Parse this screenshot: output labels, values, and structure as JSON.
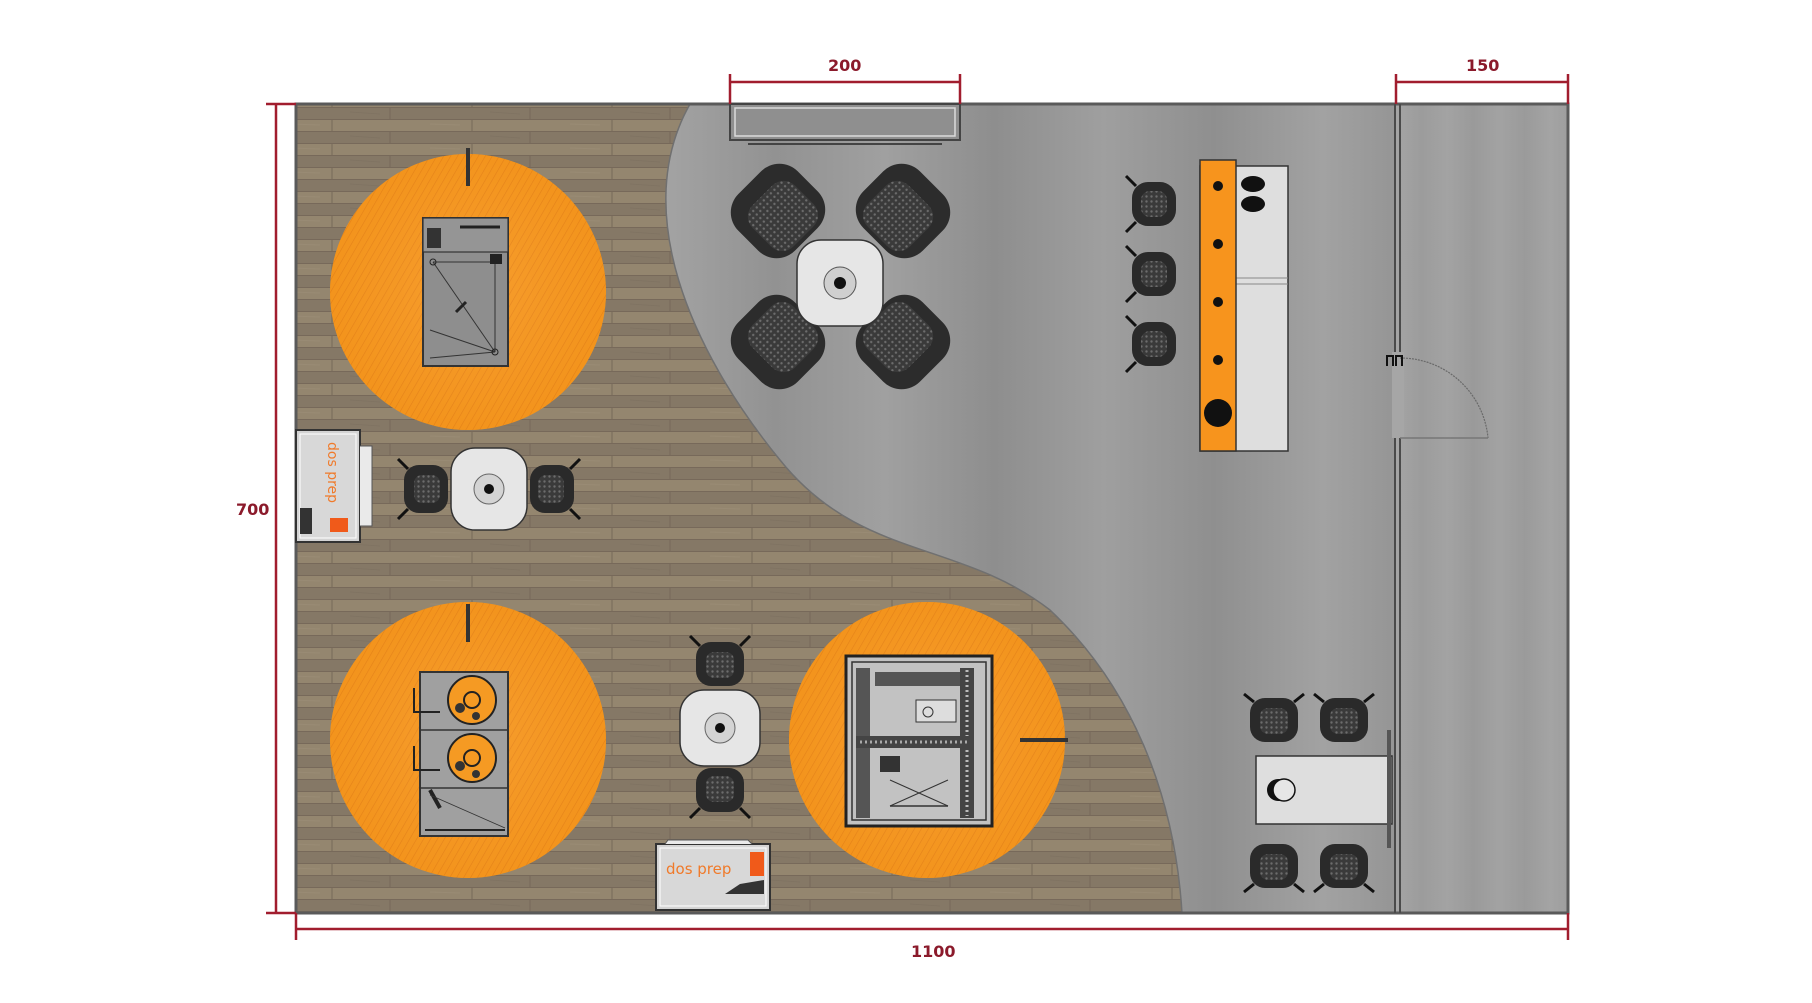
{
  "title": "Exhibition booth floor plan (top view)",
  "dimensions": {
    "top_window": "200",
    "top_side_room": "150",
    "left_height": "700",
    "bottom_width": "1100",
    "unit_color": "#8b1a2b"
  },
  "colors": {
    "wood_floor": "#8a7c6a",
    "carpet_gray": "#9a9a9a",
    "side_room_gray": "#a4a4a4",
    "accent_orange": "#f7941d",
    "rug_orange": "#f59a23",
    "wall": "#5a5a5a",
    "furniture_dark": "#2b2b2b",
    "table_white": "#e6e6e6"
  },
  "zones": [
    {
      "name": "wood-demo-area",
      "floor": "wood"
    },
    {
      "name": "lounge-area",
      "floor": "gray-carpet"
    },
    {
      "name": "side-room",
      "floor": "gray-carpet",
      "width": "150"
    }
  ],
  "furniture": {
    "machine_rugs": [
      {
        "id": "rug-top-left",
        "machine": "machine-a"
      },
      {
        "id": "rug-bottom-left",
        "machine": "machine-b-double-drum"
      },
      {
        "id": "rug-bottom-center",
        "machine": "machine-c-gantry"
      }
    ],
    "counters": [
      {
        "id": "promo-counter-left",
        "brand": "dos prep"
      },
      {
        "id": "promo-counter-bottom",
        "brand": "dos prep"
      }
    ],
    "lounge": {
      "armchairs": 4,
      "coffee_table": 1
    },
    "bar": {
      "stools": 3,
      "counter_color": "#f7941d"
    },
    "meeting": {
      "chairs": 4,
      "table": 1
    },
    "bistro_tables": [
      {
        "id": "bistro-left",
        "chairs": 2
      },
      {
        "id": "bistro-center",
        "chairs": 2
      }
    ],
    "door": {
      "swing": "quarter-arc"
    }
  },
  "branding": {
    "left_counter_text": "dos prep",
    "bottom_counter_text": "dos prep"
  }
}
